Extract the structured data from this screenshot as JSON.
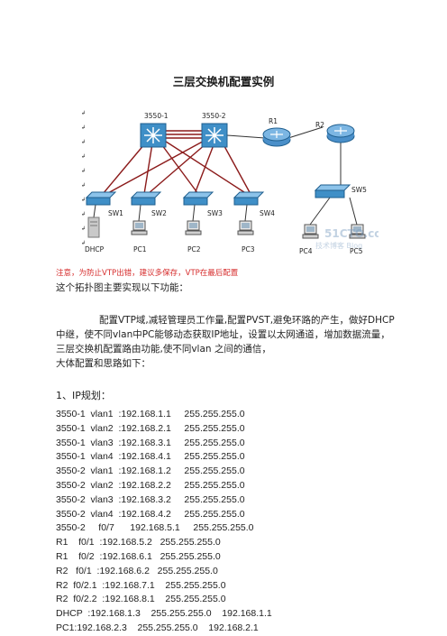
{
  "document": {
    "title": "三层交换机配置实例",
    "diagram": {
      "devices": {
        "core1": "3550-1",
        "core2": "3550-2",
        "r1": "R1",
        "r2": "R2",
        "sw1": "SW1",
        "sw2": "SW2",
        "sw3": "SW3",
        "sw4": "SW4",
        "sw5": "SW5",
        "dhcp": "DHCP",
        "pc1": "PC1",
        "pc2": "PC2",
        "pc3": "PC3",
        "pc4": "PC4",
        "pc5": "PC5"
      },
      "watermark_line1": "51CTO.com",
      "watermark_line2": "技术博客  Blog"
    },
    "note": "注意，为防止VTP出错，建议多保存，VTP在最后配置",
    "intro": "这个拓扑图主要实现以下功能：",
    "paragraph": "配置VTP域,减轻管理员工作量,配置PVST,避免环路的产生，做好DHCP中继，使不同vlan中PC能够动态获取IP地址，设置以太网通道，增加数据流量，三层交换机配置路由功能,使不同vlan 之间的通信，",
    "outline": "大体配置和思路如下：",
    "section_heading": "1、IP规划：",
    "ip_plan": [
      "3550-1  vlan1  :192.168.1.1     255.255.255.0",
      "3550-1  vlan2  :192.168.2.1     255.255.255.0",
      "3550-1  vlan3  :192.168.3.1     255.255.255.0",
      "3550-1  vlan4  :192.168.4.1     255.255.255.0",
      "3550-2  vlan1  :192.168.1.2     255.255.255.0",
      "3550-2  vlan2  :192.168.2.2     255.255.255.0",
      "3550-2  vlan3  :192.168.3.2     255.255.255.0",
      "3550-2  vlan4  :192.168.4.2     255.255.255.0",
      "3550-2     f0/7      192.168.5.1     255.255.255.0",
      "R1    f0/1  :192.168.5.2   255.255.255.0",
      "R1    f0/2  :192.168.6.1   255.255.255.0",
      "R2   f0/1  :192.168.6.2   255.255.255.0",
      "R2  f0/2.1  :192.168.7.1    255.255.255.0",
      "R2  f0/2.2  :192.168.8.1    255.255.255.0",
      "DHCP  :192.168.1.3    255.255.255.0    192.168.1.1",
      "PC1:192.168.2.3    255.255.255.0    192.168.2.1"
    ]
  }
}
